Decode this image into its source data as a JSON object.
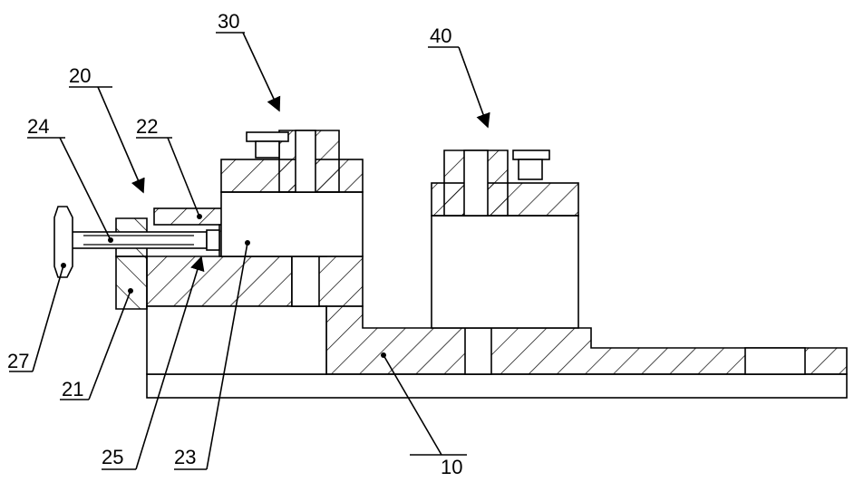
{
  "labels": {
    "l10": "10",
    "l20": "20",
    "l21": "21",
    "l22": "22",
    "l23": "23",
    "l24": "24",
    "l25": "25",
    "l27": "27",
    "l30": "30",
    "l40": "40"
  },
  "colors": {
    "line": "#000000",
    "background": "#ffffff"
  }
}
